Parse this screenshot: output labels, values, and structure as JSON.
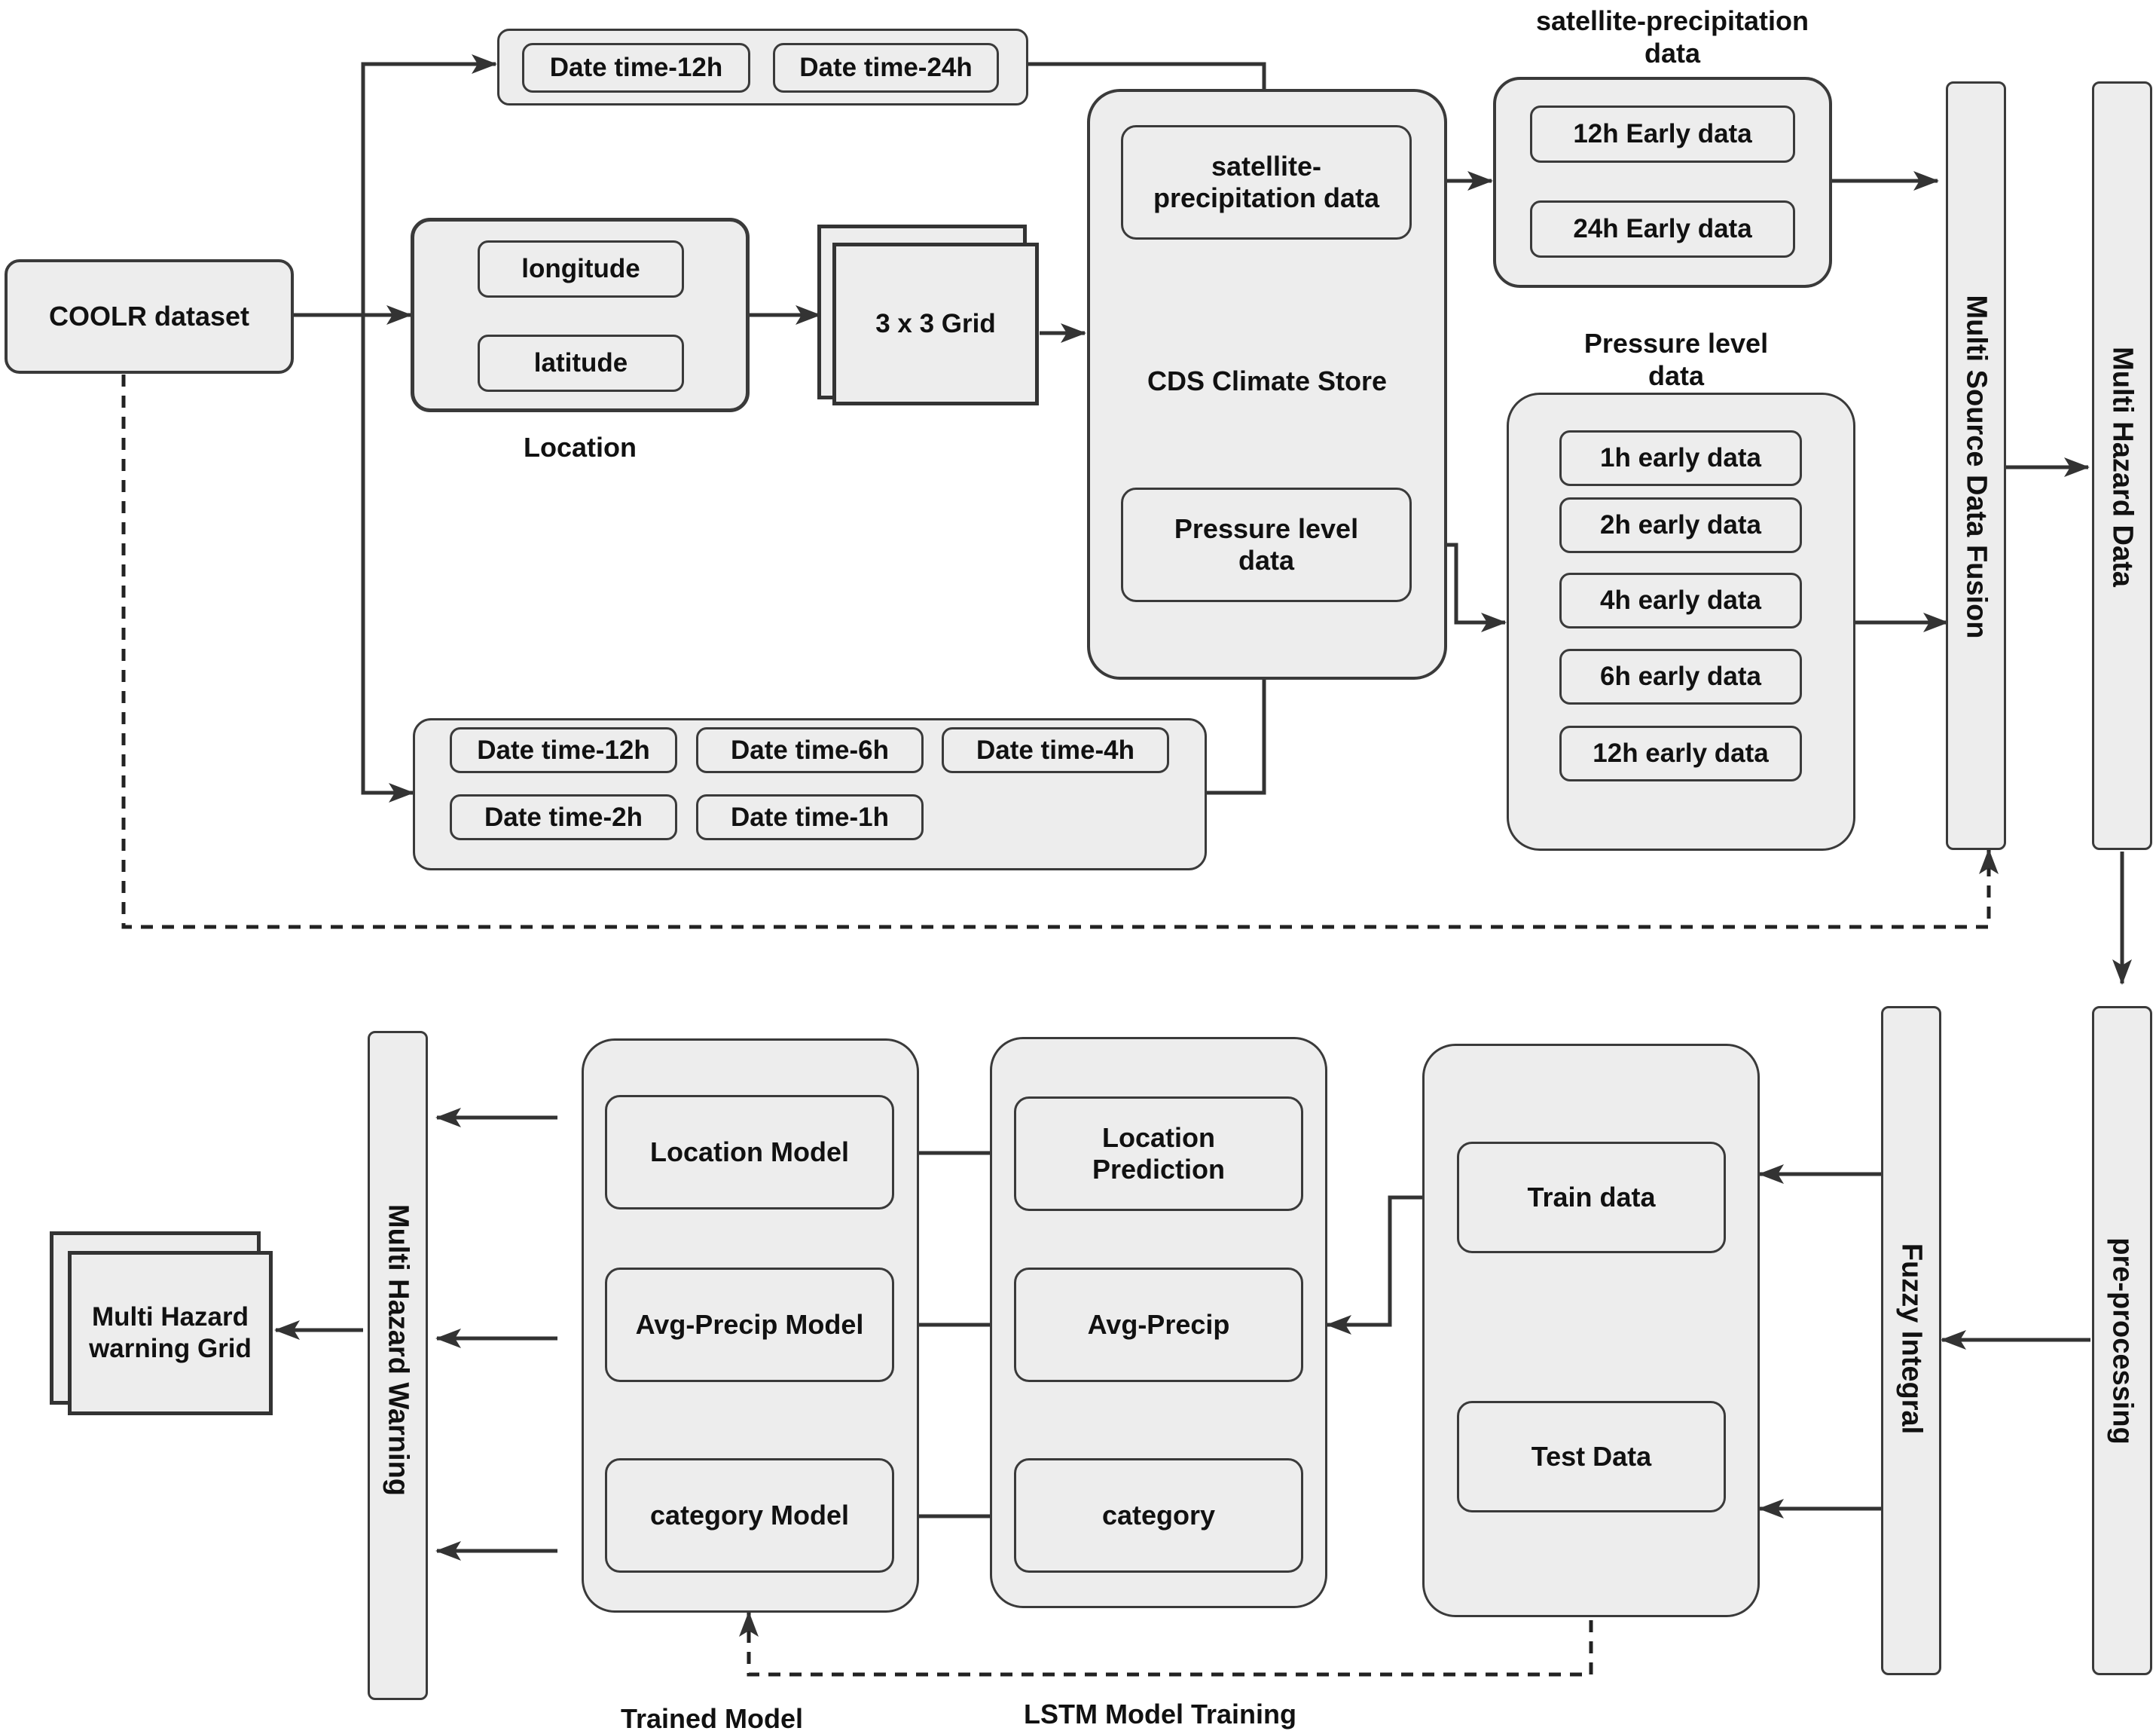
{
  "source": {
    "label": "COOLR dataset"
  },
  "datetime_top": {
    "items": [
      "Date time-12h",
      "Date time-24h"
    ]
  },
  "location": {
    "items": [
      "longitude",
      "latitude"
    ],
    "caption": "Location"
  },
  "grid": {
    "label": "3 x 3 Grid"
  },
  "cds": {
    "title": "CDS Climate Store",
    "satellite": "satellite-\nprecipitation data",
    "pressure": "Pressure level\ndata"
  },
  "datetime_bottom": {
    "items": [
      "Date time-12h",
      "Date time-6h",
      "Date time-4h",
      "Date time-2h",
      "Date time-1h"
    ]
  },
  "satellite_data": {
    "title": "satellite-precipitation\ndata",
    "items": [
      "12h Early data",
      "24h Early data"
    ]
  },
  "pressure_data": {
    "title": "Pressure level\ndata",
    "items": [
      "1h early data",
      "2h early data",
      "4h early data",
      "6h early data",
      "12h early data"
    ]
  },
  "fusion": {
    "label": "Multi Source Data Fusion"
  },
  "multi_hazard_data": {
    "label": "Multi Hazard Data"
  },
  "preprocessing": {
    "label": "pre-processing"
  },
  "fuzzy": {
    "label": "Fuzzy Integral"
  },
  "split": {
    "train": "Train data",
    "test": "Test Data"
  },
  "lstm": {
    "items": [
      "Location\nPrediction",
      "Avg-Precip",
      "category"
    ],
    "caption": "LSTM Model Training"
  },
  "trained": {
    "items": [
      "Location Model",
      "Avg-Precip Model",
      "category Model"
    ],
    "caption": "Trained Model"
  },
  "warning": {
    "label": "Multi Hazard Warning"
  },
  "output": {
    "label": "Multi Hazard\nwarning Grid"
  }
}
